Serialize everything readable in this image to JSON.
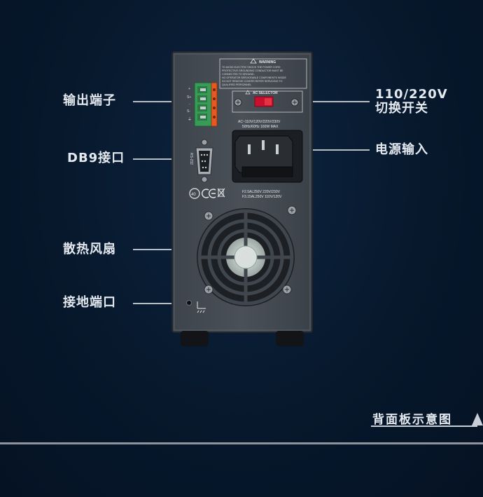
{
  "callouts": {
    "output_terminal": "输出端子",
    "db9_port": "DB9接口",
    "cooling_fan": "散热风扇",
    "ground_port": "接地端口",
    "ac_switch_line1": "110/220V",
    "ac_switch_line2": "切换开关",
    "power_input": "电源输入"
  },
  "panel": {
    "warning_title": "WARNING",
    "warning_lines": [
      "TO AVOID ELECTRIC SHOCK THE POWER CORD",
      "PROTECTIVE GROUNDING CONDUCTOR MUST BE",
      "CONNECTED TO GROUND.",
      "NO OPERATOR SERVICEABLE COMPONENTS INSIDE",
      "DO NOT REMOVE COVERS REFER SERVICING TO",
      "QUALIFIED PERSONNEL"
    ],
    "ac_selector": "AC SELECTOR",
    "ac_rating_line1": "AC~110V/120V/220V/230V",
    "ac_rating_line2": "50Hz/60Hz 160W MAX",
    "fuse_line1": "F2.5AL250V  220V/230V",
    "fuse_line2": "F3.15AL250V  110V/120V",
    "rs232": "RS-232",
    "terminal_marks": [
      "+",
      "S+",
      "-",
      "S-",
      "⏚"
    ]
  },
  "footer": {
    "label": "背面板示意图"
  }
}
